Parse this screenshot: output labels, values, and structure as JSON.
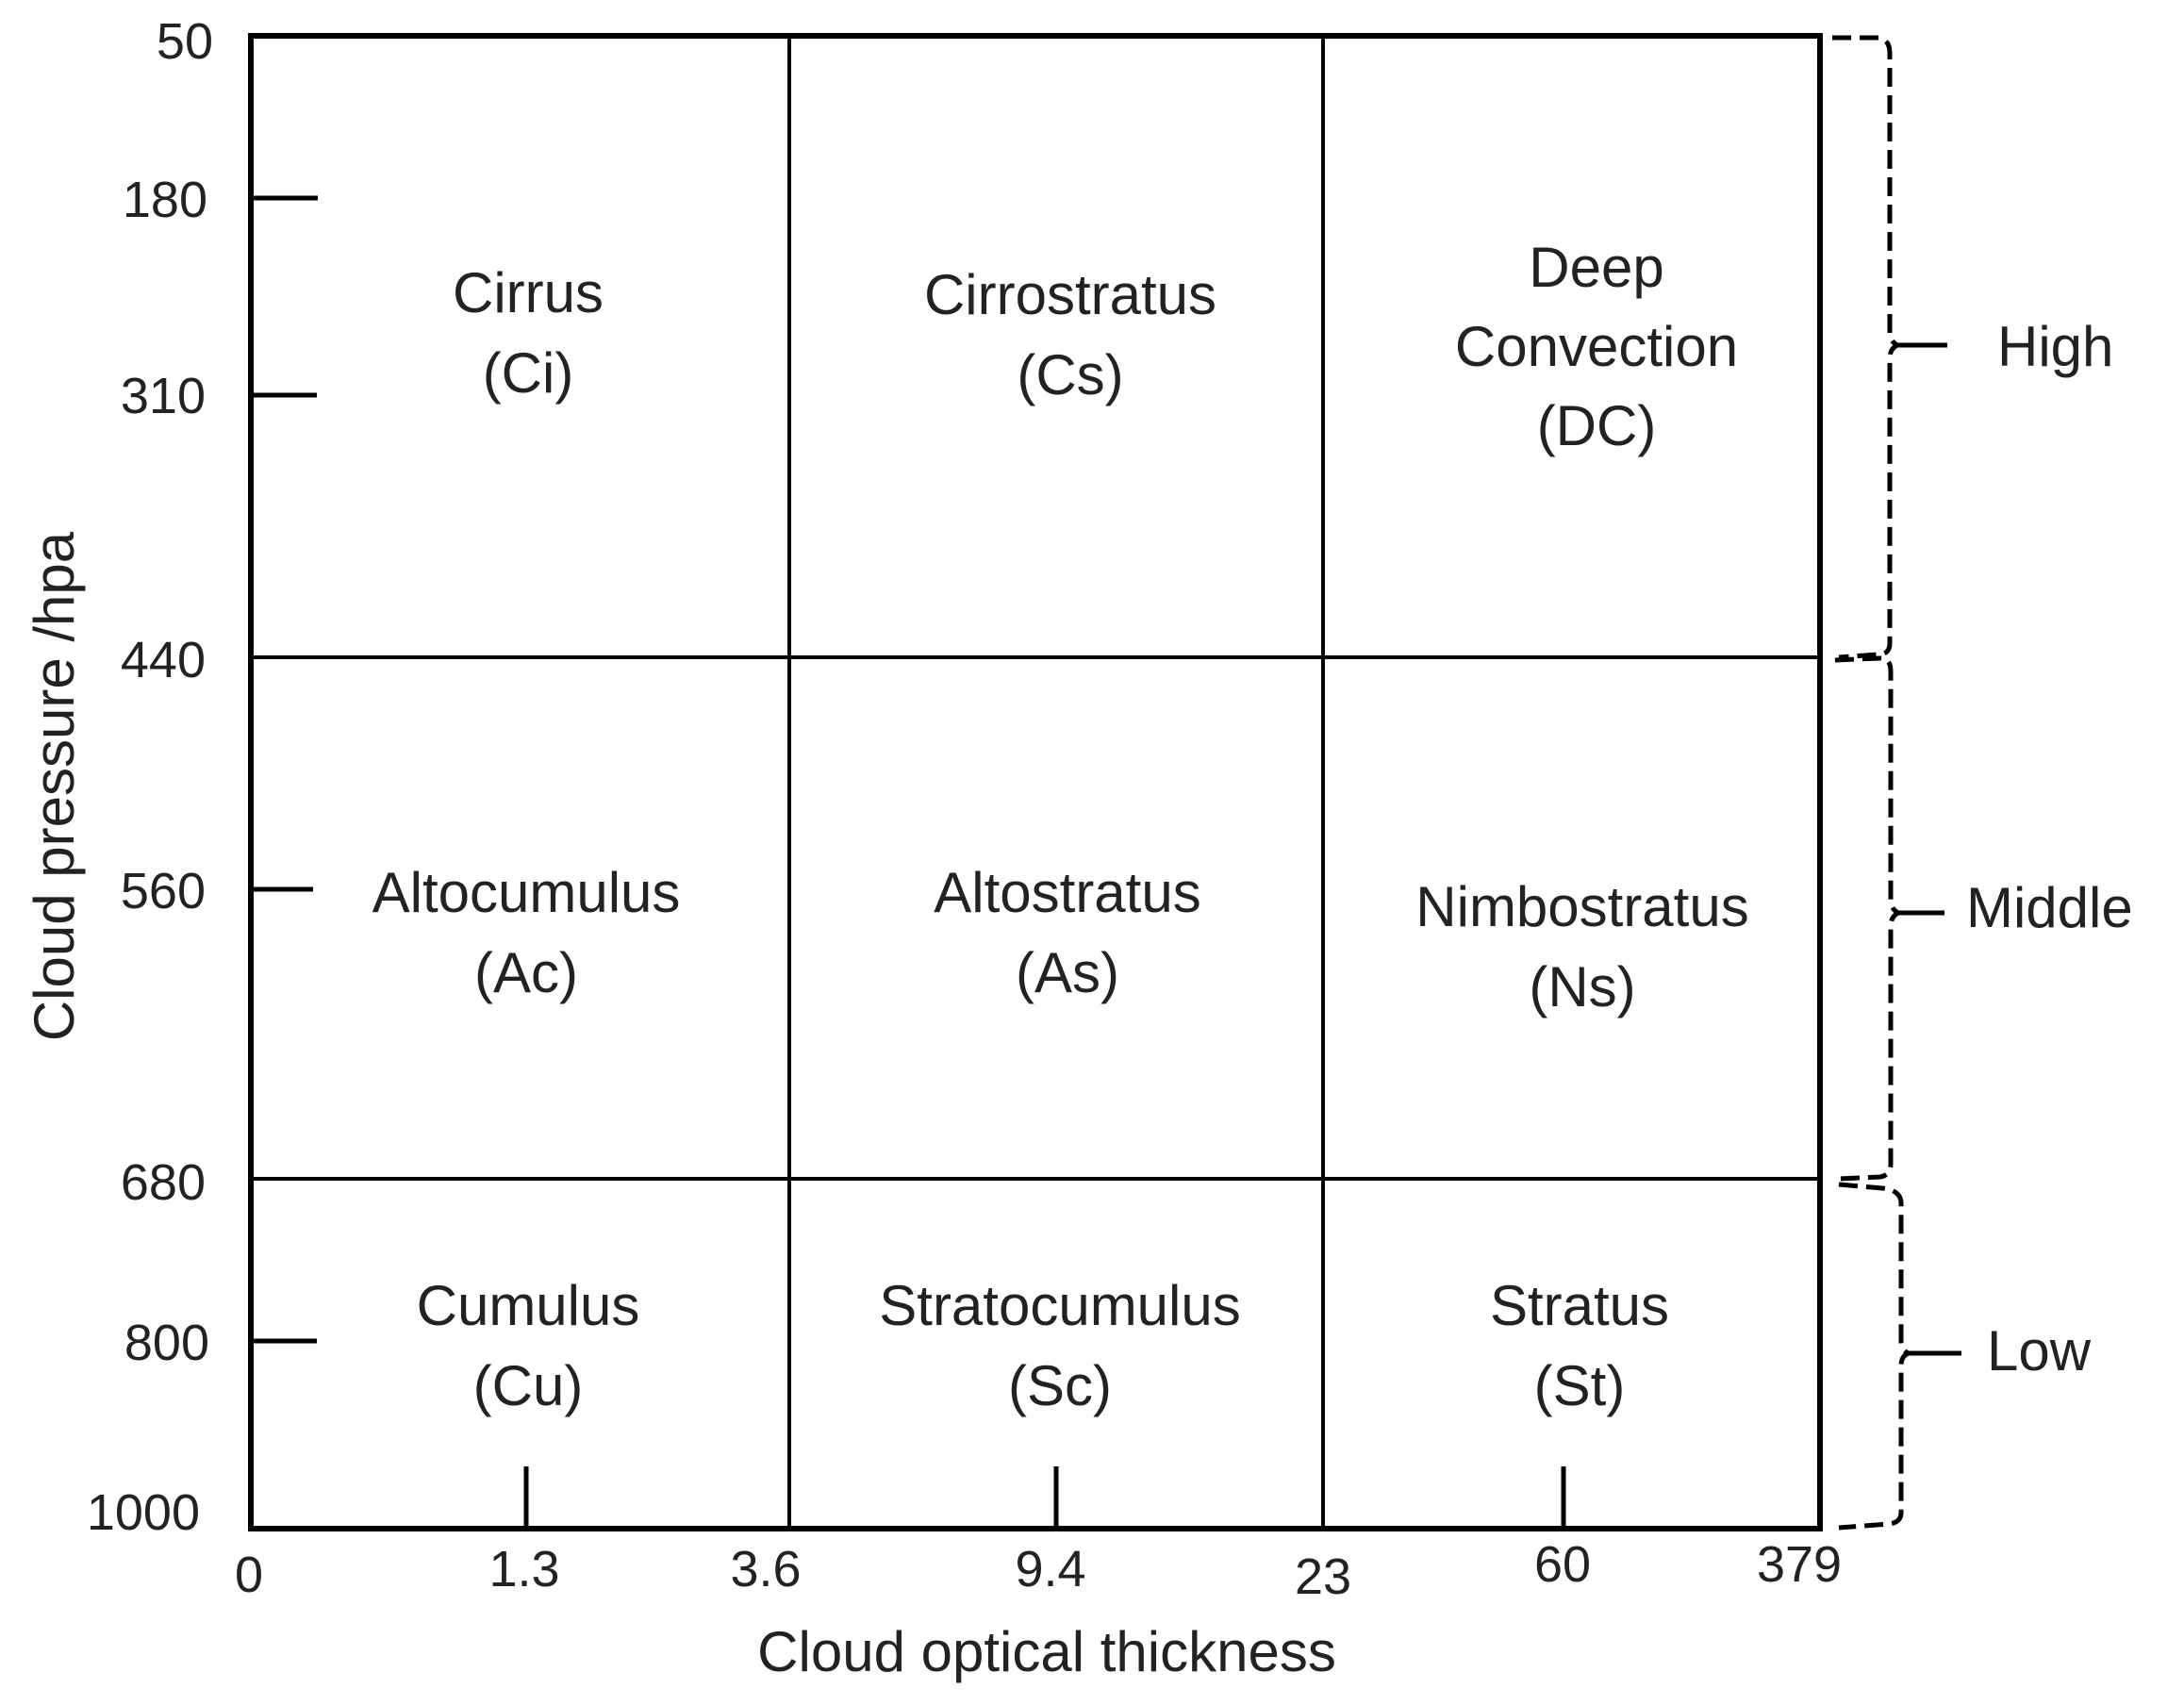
{
  "chart_data": {
    "type": "table",
    "title": "",
    "xlabel": "Cloud optical thickness",
    "ylabel": "Cloud pressure /hpa",
    "x_ticks": [
      "0",
      "1.3",
      "3.6",
      "9.4",
      "23",
      "60",
      "379"
    ],
    "y_ticks": [
      "50",
      "180",
      "310",
      "440",
      "560",
      "680",
      "800",
      "1000"
    ],
    "x_boundaries": [
      0,
      3.6,
      23,
      379
    ],
    "y_boundaries": [
      50,
      440,
      680,
      1000
    ],
    "rows": [
      "High",
      "Middle",
      "Low"
    ],
    "columns": [
      "0-3.6",
      "3.6-23",
      "23-379"
    ],
    "cells": [
      [
        {
          "name": "Cirrus",
          "abbr": "(Ci)"
        },
        {
          "name": "Cirrostratus",
          "abbr": "(Cs)"
        },
        {
          "name": "Deep Convection",
          "abbr": "(DC)"
        }
      ],
      [
        {
          "name": "Altocumulus",
          "abbr": "(Ac)"
        },
        {
          "name": "Altostratus",
          "abbr": "(As)"
        },
        {
          "name": "Nimbostratus",
          "abbr": "(Ns)"
        }
      ],
      [
        {
          "name": "Cumulus",
          "abbr": "(Cu)"
        },
        {
          "name": "Stratocumulus",
          "abbr": "(Sc)"
        },
        {
          "name": "Stratus",
          "abbr": "(St)"
        }
      ]
    ],
    "levels": [
      {
        "label": "High",
        "range": [
          50,
          440
        ]
      },
      {
        "label": "Middle",
        "range": [
          440,
          680
        ]
      },
      {
        "label": "Low",
        "range": [
          680,
          1000
        ]
      }
    ]
  },
  "axes": {
    "x_title": "Cloud optical thickness",
    "y_title": "Cloud pressure /hpa",
    "x_ticks": [
      "0",
      "1.3",
      "3.6",
      "9.4",
      "23",
      "60",
      "379"
    ],
    "y_ticks": [
      "50",
      "180",
      "310",
      "440",
      "560",
      "680",
      "800",
      "1000"
    ]
  },
  "cells": {
    "ci": {
      "line1": "Cirrus",
      "line2": "(Ci)"
    },
    "cs": {
      "line1": "Cirrostratus",
      "line2": "(Cs)"
    },
    "dc": {
      "line1": "Deep",
      "line2": "Convection",
      "line3": "(DC)"
    },
    "ac": {
      "line1": "Altocumulus",
      "line2": "(Ac)"
    },
    "as": {
      "line1": "Altostratus",
      "line2": "(As)"
    },
    "ns": {
      "line1": "Nimbostratus",
      "line2": "(Ns)"
    },
    "cu": {
      "line1": "Cumulus",
      "line2": "(Cu)"
    },
    "sc": {
      "line1": "Stratocumulus",
      "line2": "(Sc)"
    },
    "st": {
      "line1": "Stratus",
      "line2": "(St)"
    }
  },
  "levels": {
    "high": "High",
    "middle": "Middle",
    "low": "Low"
  }
}
